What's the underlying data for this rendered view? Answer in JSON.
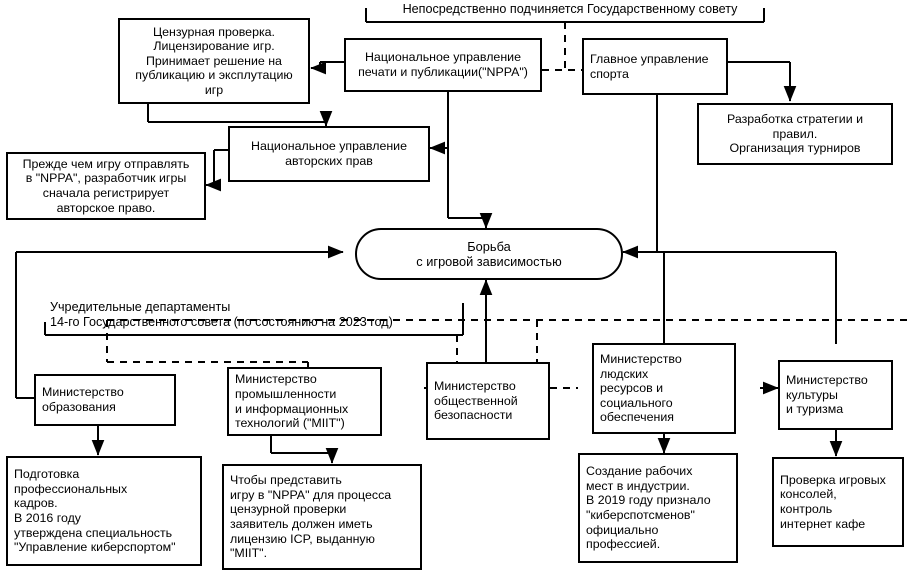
{
  "diagram": {
    "title_note": "Непосредственно подчиняется Государственному совету",
    "council_note": "Учредительные департаменты\n14-го Государственного совета (по состоянию на 2023 год)",
    "nodes": {
      "censorship": "Цензурная проверка.\nЛицензирование игр.\nПринимает решение на\nпубликацию и эксплутацию\nигр",
      "nppa": "Национальное управление\nпечати и публикации(\"NPPA\")",
      "sport_admin": "Главное управление\nспорта",
      "strategy": "Разработка стратегии и\nправил.\nОрганизация турниров",
      "copyright_admin": "Национальное управление\nавторских прав",
      "copyright_note": "Прежде чем игру отправлять\nв \"NPPA\", разработчик игры\nсначала регистрирует\nавторское право.",
      "addiction": "Борьба\nс игровой зависимостью",
      "min_education": "Министерство\nобразования",
      "education_note": "Подготовка\nпрофессиональных\nкадров.\nВ 2016 году\nутверждена специальность\n\"Управление киберспортом\"",
      "min_industry": "Министерство\nпромышленности\nи информационных\nтехнологий (\"MIIT\")",
      "industry_note": "Чтобы представить\nигру в \"NPPA\" для процесса\nцензурной проверки\nзаявитель должен иметь\nлицензию ICP, выданную\n\"MIIT\".",
      "min_security": "Министерство\nобщественной\nбезопасности",
      "min_labour": "Министерство\nлюдских\nресурсов и\nсоциального\nобеспечения",
      "labour_note": "Создание рабочих\nмест в индустрии.\nВ 2019 году признало\n\"киберспотсменов\"\n официально\nпрофессией.",
      "min_culture": "Министерство\n культуры\nи туризма",
      "culture_note": "Проверка игровых\nконсолей,\nконтроль\nинтернет кафе"
    },
    "colors": {
      "stroke": "#000000",
      "background": "#ffffff",
      "text": "#000000"
    }
  }
}
